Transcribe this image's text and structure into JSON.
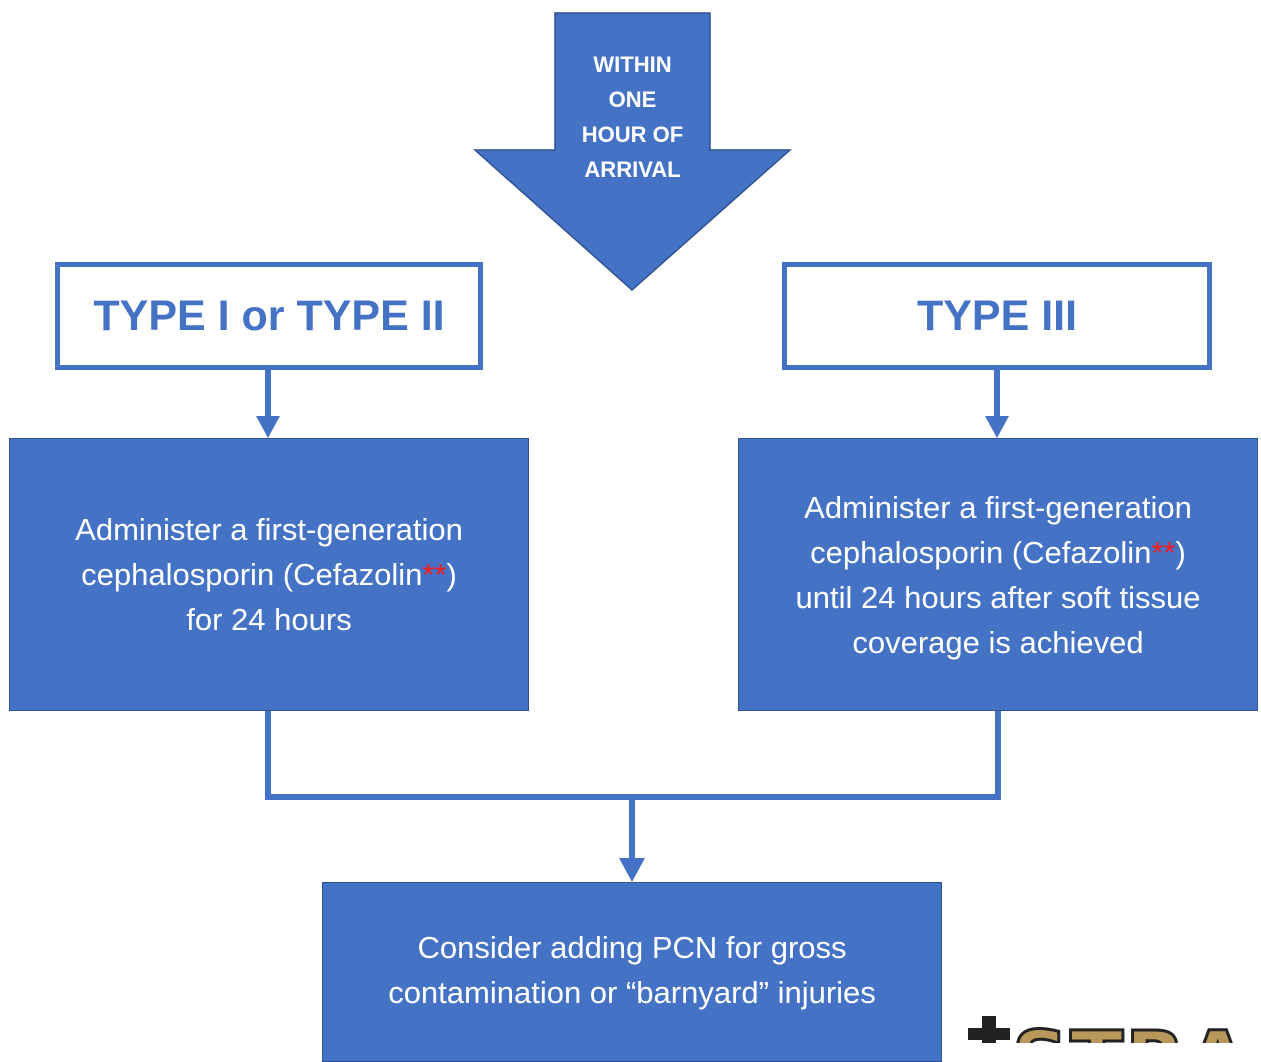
{
  "top_arrow": {
    "lines": [
      "WITHIN",
      "ONE",
      "HOUR OF",
      "ARRIVAL"
    ]
  },
  "type_left": {
    "title": "TYPE I or TYPE II"
  },
  "type_right": {
    "title": "TYPE III"
  },
  "treatment_left": {
    "line1": "Administer a first-generation",
    "line2_pre": "cephalosporin (Cefazolin",
    "marker": "**",
    "line2_post": ")",
    "line3": "for 24 hours"
  },
  "treatment_right": {
    "line1": "Administer a first-generation",
    "line2_pre": "cephalosporin (Cefazolin",
    "marker": "**",
    "line2_post": ")",
    "line3": "until 24 hours after soft tissue",
    "line4": "coverage is achieved"
  },
  "consider_box": {
    "line1": "Consider adding PCN for gross",
    "line2": "contamination or “barnyard” injuries"
  },
  "logo": {
    "text": "STRA"
  },
  "colors": {
    "primary": "#4472c4",
    "box_border": "#2f528f",
    "marker": "#ff1a1a",
    "logo_gold": "#b8975a",
    "logo_dark": "#222222"
  }
}
